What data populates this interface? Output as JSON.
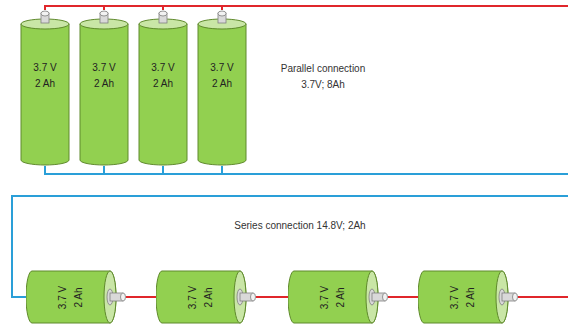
{
  "diagram": {
    "nodes": [
      {
        "text": [
          "3.7 V",
          "2 Ah"
        ]
      },
      {
        "text": [
          "3.7 V",
          "2 Ah"
        ]
      },
      {
        "text": [
          "3.7 V",
          "2 Ah"
        ]
      },
      {
        "text": [
          "3.7 V",
          "2 Ah"
        ]
      },
      {
        "text": [
          "3.7 V",
          "2 Ah"
        ]
      },
      {
        "text": [
          "3.7 V",
          "2 Ah"
        ]
      },
      {
        "text": [
          "3.7 V",
          "2 Ah"
        ]
      },
      {
        "text": [
          "3.7 V",
          "2 Ah"
        ]
      }
    ],
    "edges": [
      {
        "from": 0,
        "to": 1,
        "arrow": "none"
      },
      {
        "from": 1,
        "to": 2,
        "arrow": "none"
      },
      {
        "from": 2,
        "to": 3,
        "arrow": "none"
      },
      {
        "from": 0,
        "to": 1,
        "arrow": "none"
      },
      {
        "from": 1,
        "to": 2,
        "arrow": "none"
      },
      {
        "from": 2,
        "to": 3,
        "arrow": "none"
      },
      {
        "from": 4,
        "to": 5,
        "arrow": "none"
      },
      {
        "from": 5,
        "to": 6,
        "arrow": "none"
      },
      {
        "from": 6,
        "to": 7,
        "arrow": "none"
      }
    ],
    "labels": [
      "Parallel connection 3.7V; 8Ah",
      "Series connection 14.8V; 2Ah"
    ]
  }
}
